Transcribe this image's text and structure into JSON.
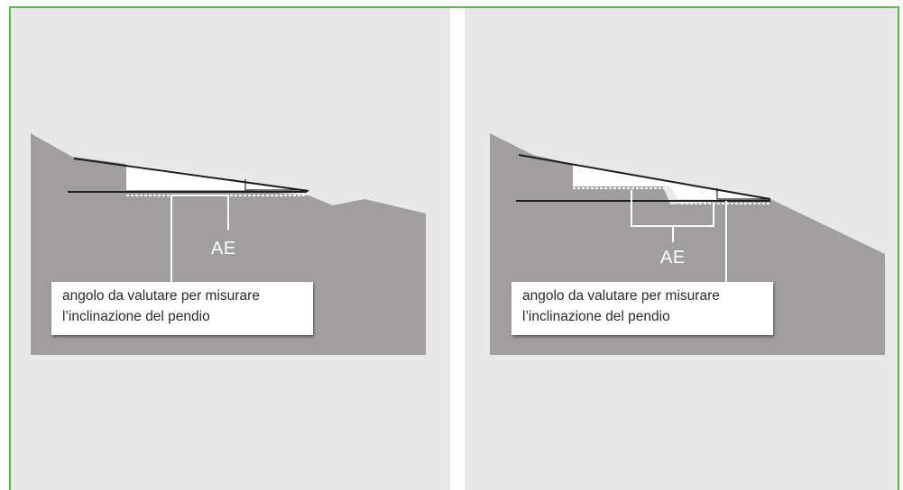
{
  "accent_border_color": "#5cb548",
  "terrain_color": "#a09e9f",
  "panels": [
    {
      "ae_label": "AE",
      "caption_line1": "angolo da valutare per misurare",
      "caption_line2": "l’inclinazione del pendio"
    },
    {
      "ae_label": "AE",
      "caption_line1": "angolo da valutare per misurare",
      "caption_line2": "l’inclinazione del pendio"
    }
  ]
}
